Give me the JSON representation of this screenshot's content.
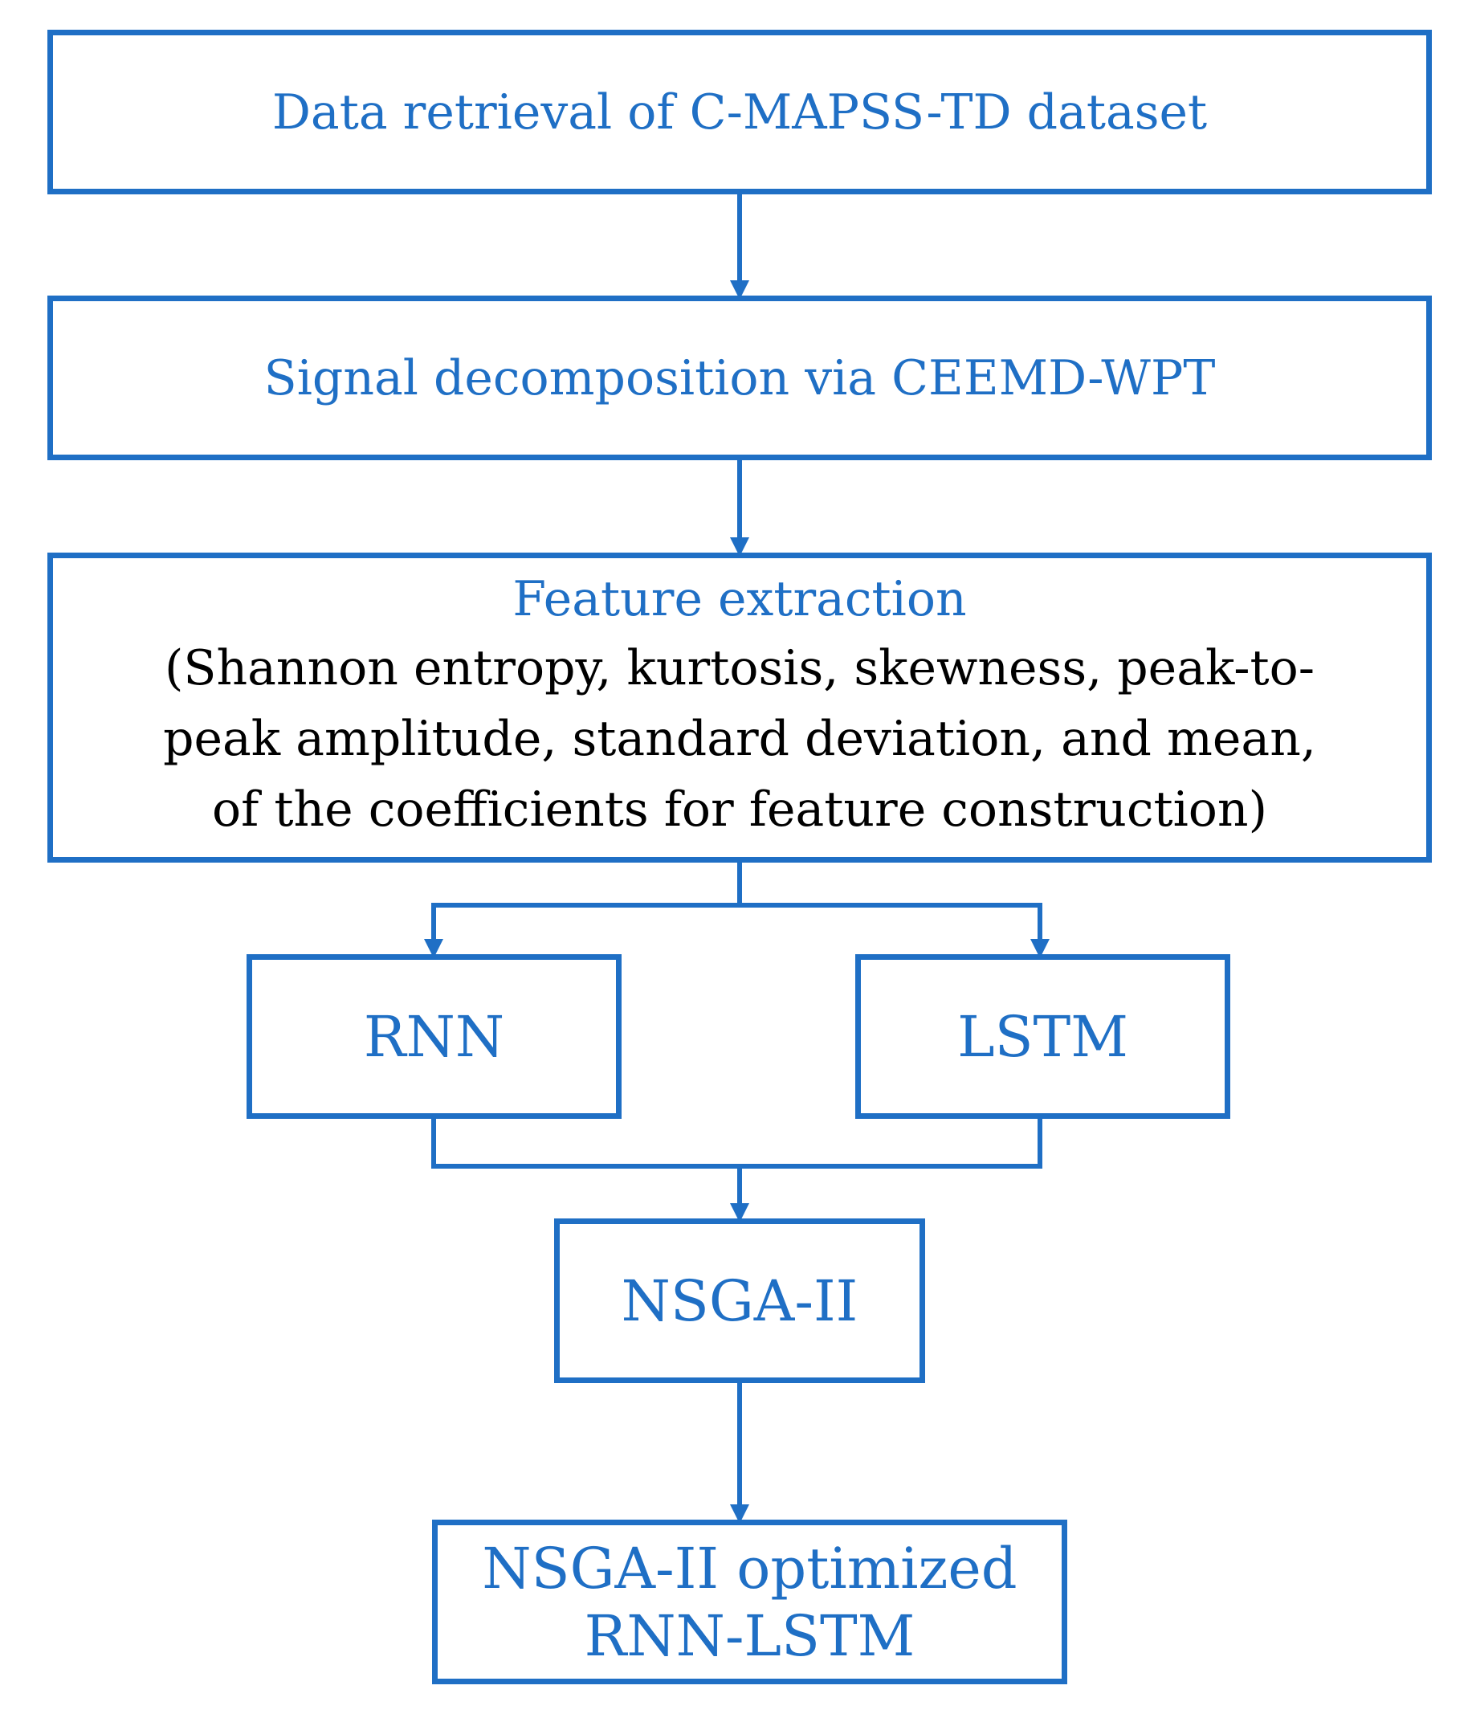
{
  "steps": {
    "data_retrieval": "Data retrieval  of C-MAPSS-TD dataset",
    "signal_decomposition": "Signal  decomposition  via  CEEMD-WPT",
    "feature_extraction": {
      "heading": "Feature extraction",
      "line1": "(Shannon entropy, kurtosis,  skewness,  peak-to-",
      "line2": "peak amplitude,  standard  deviation,  and mean,",
      "line3": "of the coefficients for feature construction)"
    },
    "rnn": "RNN",
    "lstm": "LSTM",
    "nsga": "NSGA-II",
    "optimized": {
      "line1": "NSGA-II optimized",
      "line2": "RNN-LSTM"
    }
  },
  "colors": {
    "accent": "#1f6fc5",
    "body_text": "#000000"
  }
}
